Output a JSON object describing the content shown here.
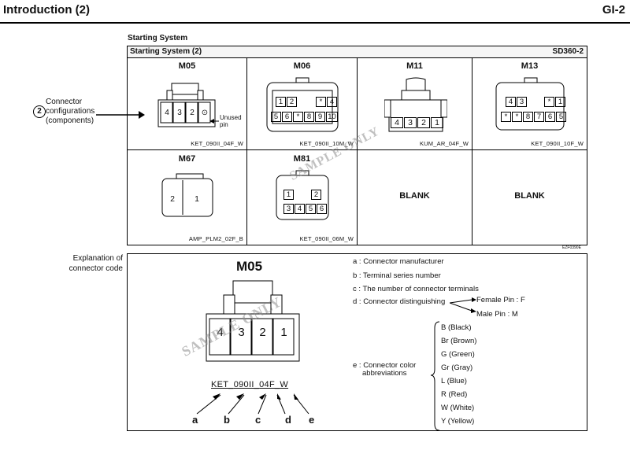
{
  "header": {
    "title": "Introduction (2)",
    "page": "GI-2"
  },
  "section_title": "Starting System",
  "table": {
    "title": "Starting System (2)",
    "ref": "SD360-2",
    "figure_id": "EZF0390E"
  },
  "callout": {
    "number": "2",
    "label": "Connector configurations (components)",
    "line1": "Connector",
    "line2": "configurations",
    "line3": "(components)"
  },
  "unused_pin": {
    "line1": "Unused",
    "line2": "pin"
  },
  "connectors": [
    {
      "name": "M05",
      "code": "KET_090II_04F_W",
      "pins": [
        "4",
        "3",
        "2",
        "⊙"
      ]
    },
    {
      "name": "M06",
      "code": "KET_090II_10M_W",
      "pins_top": [
        "1",
        "2",
        "*",
        "4"
      ],
      "pins_bottom": [
        "5",
        "6",
        "*",
        "8",
        "9",
        "10"
      ]
    },
    {
      "name": "M11",
      "code": "KUM_AR_04F_W",
      "pins": [
        "4",
        "3",
        "2",
        "1"
      ]
    },
    {
      "name": "M13",
      "code": "KET_090II_10F_W",
      "pins_top": [
        "4",
        "3",
        "*",
        "1"
      ],
      "pins_bottom": [
        "*",
        "*",
        "8",
        "7",
        "6",
        "5"
      ]
    },
    {
      "name": "M67",
      "code": "AMP_PLM2_02F_B",
      "pins": [
        "2",
        "1"
      ]
    },
    {
      "name": "M81",
      "code": "KET_090II_06M_W",
      "pins_top": [
        "1",
        "2"
      ],
      "pins_bottom": [
        "3",
        "4",
        "5",
        "6"
      ]
    },
    {
      "name": "BLANK"
    },
    {
      "name": "BLANK"
    }
  ],
  "explanation": {
    "side_label_1": "Explanation of",
    "side_label_2": "connector code",
    "example_name": "M05",
    "example_pins": [
      "4",
      "3",
      "2",
      "1"
    ],
    "code_parts": [
      "KET_",
      "090II_",
      "04F_",
      "W"
    ],
    "letters": [
      "a",
      "b",
      "c",
      "d",
      "e"
    ],
    "items": {
      "a": "a : Connector manufacturer",
      "b": "b : Terminal series number",
      "c": "c : The number of connector terminals",
      "d": "d : Connector distinguishing",
      "d_female": "Female Pin : F",
      "d_male": "Male Pin : M",
      "e1": "e : Connector color",
      "e2": "abbreviations"
    },
    "colors": [
      "B (Black)",
      "Br (Brown)",
      "G (Green)",
      "Gr (Gray)",
      "L (Blue)",
      "R (Red)",
      "W (White)",
      "Y (Yellow)"
    ]
  },
  "watermark": "SAMPLE ONLY"
}
